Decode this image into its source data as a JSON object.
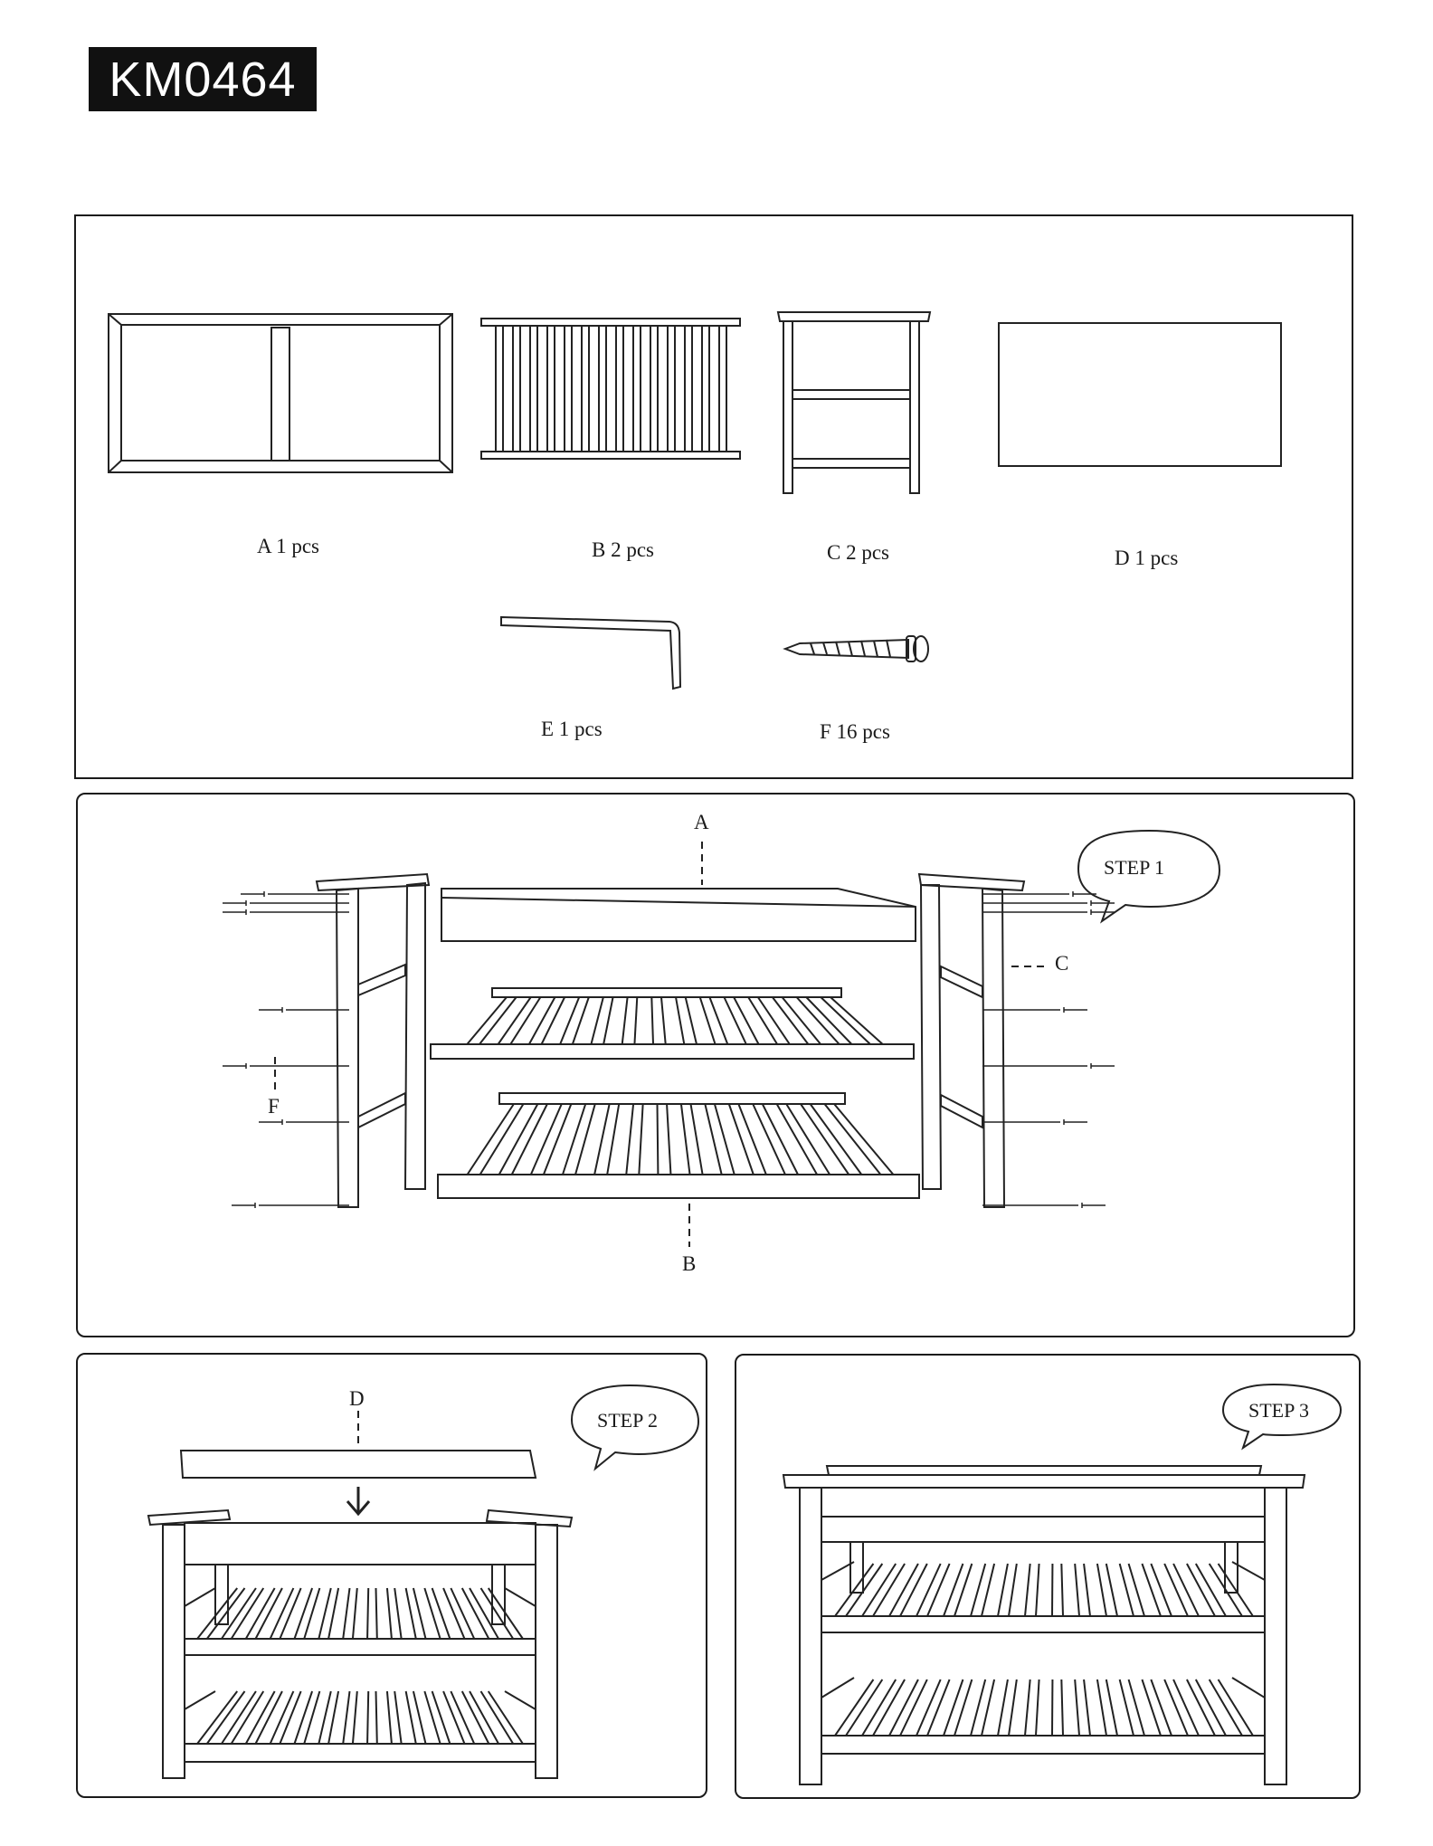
{
  "model_code": "KM0464",
  "parts": [
    {
      "label": "A 1 pcs"
    },
    {
      "label": "B 2 pcs"
    },
    {
      "label": "C 2 pcs"
    },
    {
      "label": "D 1 pcs"
    },
    {
      "label": "E 1 pcs"
    },
    {
      "label": "F 16 pcs"
    }
  ],
  "step1": {
    "callout": "STEP 1",
    "label_a": "A",
    "label_b": "B",
    "label_c": "C",
    "label_f": "F"
  },
  "step2": {
    "callout": "STEP 2",
    "label_d": "D"
  },
  "step3": {
    "callout": "STEP 3"
  }
}
